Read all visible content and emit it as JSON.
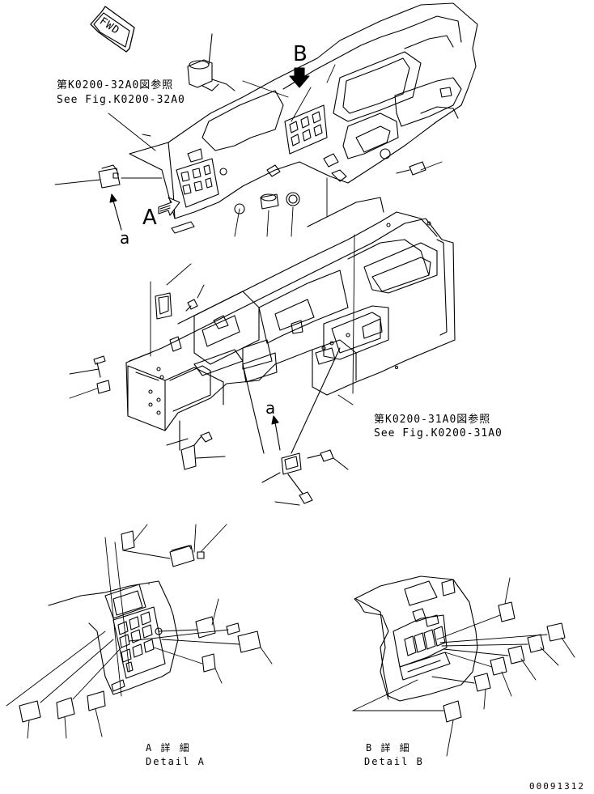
{
  "labels": {
    "fwd": "FWD",
    "view_b": "B",
    "view_a": "A",
    "ref_a_upper": "a",
    "ref_a_lower": "a",
    "see_fig_1_jp": "第K0200-32A0図参照",
    "see_fig_1_en": "See Fig.K0200-32A0",
    "see_fig_2_jp": "第K0200-31A0図参照",
    "see_fig_2_en": "See Fig.K0200-31A0",
    "detail_a_jp": "A 詳 細",
    "detail_a_en": "Detail A",
    "detail_b_jp": "B 詳 細",
    "detail_b_en": "Detail B",
    "part_number": "00091312"
  }
}
